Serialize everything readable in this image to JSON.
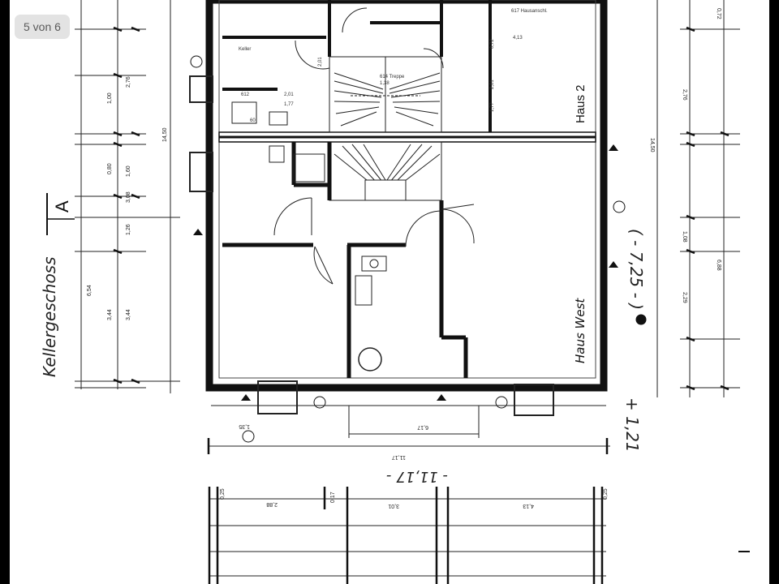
{
  "viewer": {
    "page_counter": "5 von 6"
  },
  "plan": {
    "level_label": "Kellergeschoss",
    "section_mark": "A",
    "house_2": "Haus 2",
    "house_west": "Haus West",
    "height_note": "( - 7,25 - )",
    "plus_note": "+ 1,21",
    "bottom_note": "- 11,17 -",
    "outer_dim": "14,50",
    "outer_dim_bottom": "11,17",
    "dim_inner": "6,17",
    "room_h1": "3,44",
    "room_h2": "6,54",
    "room_h3": "6,88",
    "room_h4": "2,29",
    "room_w1": "3,01",
    "room_w2": "2,88",
    "room_w3": "4,13",
    "room_w4": "2,01",
    "room_w5": "1,77",
    "room_w6": "3,08",
    "room_w7": "1,26",
    "room_w8": "1,00",
    "room_w9": "2,76",
    "room_w10": "1,08",
    "room_w11": "0,80",
    "room_w12": "1,60",
    "room_w13": "0,72",
    "room_w14": "4,13",
    "room_w15": "1,35",
    "room_w16": "0,25",
    "room_w17": "0,17"
  }
}
